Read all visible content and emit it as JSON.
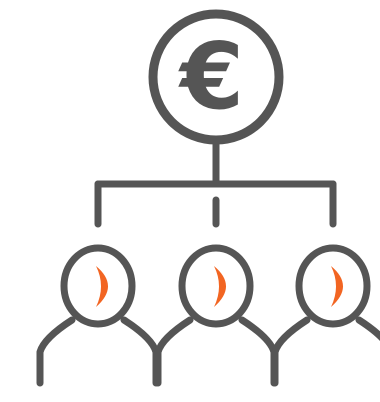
{
  "icon": {
    "currency_symbol": "€",
    "stroke_color": "#555555",
    "accent_color": "#f26522",
    "background_color": "#ffffff"
  },
  "people": [
    {
      "name": "left-person"
    },
    {
      "name": "middle-person"
    },
    {
      "name": "right-person"
    }
  ]
}
